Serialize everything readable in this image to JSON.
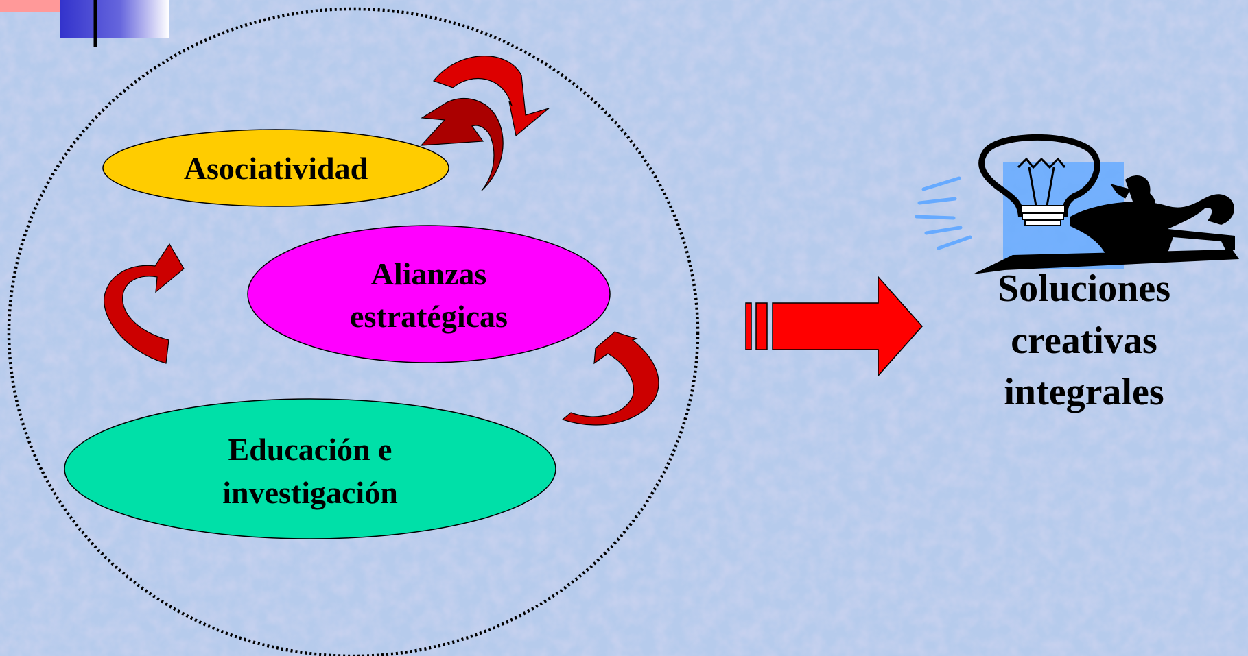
{
  "diagram": {
    "nodes": [
      {
        "id": "asociatividad",
        "lines": [
          "Asociatividad"
        ],
        "fill": "#ffcc00"
      },
      {
        "id": "alianzas",
        "lines": [
          "Alianzas",
          "estratégicas"
        ],
        "fill": "#ff00ff"
      },
      {
        "id": "educacion",
        "lines": [
          "Educación e",
          "investigación"
        ],
        "fill": "#00e0a8"
      }
    ],
    "result": {
      "lines": [
        "Soluciones",
        "creativas",
        "integrales"
      ]
    },
    "colors": {
      "background": "#b6cbec",
      "arrow_red": "#ff0000",
      "arrow_dark_red": "#cc0000",
      "corner_blue": "#3333cc",
      "clipart_blue": "#66aaff"
    },
    "icons": [
      "lightbulb-thinker-icon",
      "curved-cycle-arrow-icon",
      "striped-right-arrow-icon"
    ]
  }
}
